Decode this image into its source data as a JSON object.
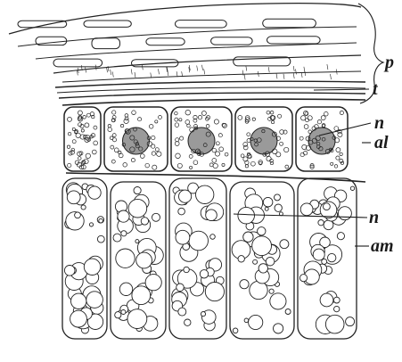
{
  "figure": {
    "labels": {
      "p": "p",
      "t": "t",
      "n_upper": "n",
      "al": "al",
      "n_lower": "n",
      "am": "am"
    }
  }
}
